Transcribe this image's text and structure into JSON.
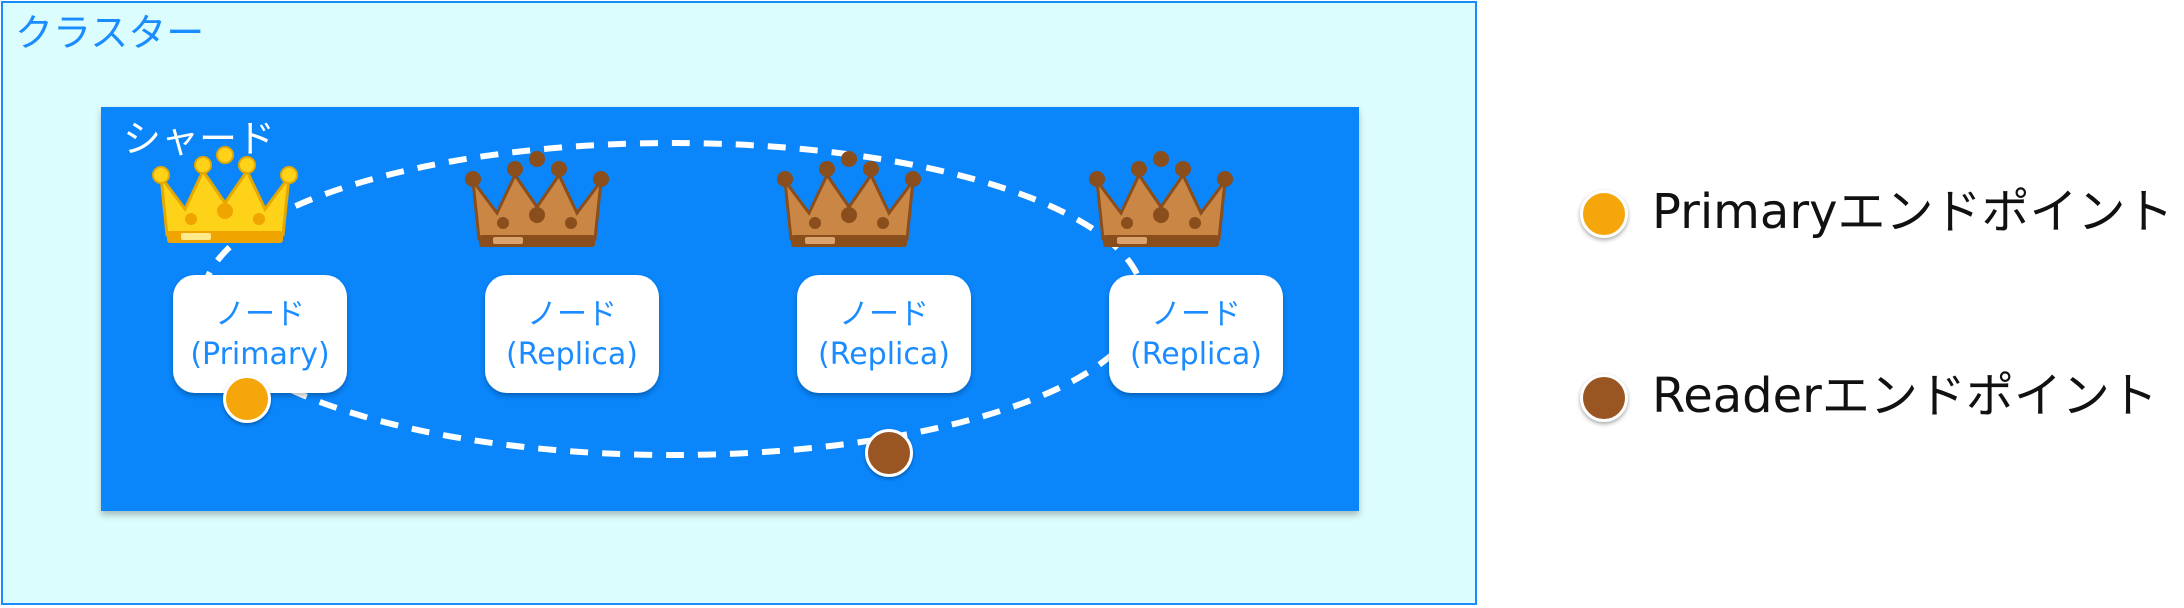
{
  "cluster": {
    "label": "クラスター"
  },
  "shard": {
    "label": "シャード"
  },
  "nodes": [
    {
      "line1": "ノード",
      "line2": "(Primary)",
      "role": "primary"
    },
    {
      "line1": "ノード",
      "line2": "(Replica)",
      "role": "replica"
    },
    {
      "line1": "ノード",
      "line2": "(Replica)",
      "role": "replica"
    },
    {
      "line1": "ノード",
      "line2": "(Replica)",
      "role": "replica"
    }
  ],
  "legend": [
    {
      "label": "Primaryエンドポイント",
      "color": "#f5a60a"
    },
    {
      "label": "Readerエンドポイント",
      "color": "#9a5622"
    }
  ],
  "colors": {
    "primary_endpoint": "#f5a60a",
    "reader_endpoint": "#9a5622",
    "gold_crown": "#ffd21a",
    "bronze_crown": "#c27a3a",
    "shard_fill": "#0a85fa",
    "cluster_fill": "#dcfdfd"
  },
  "icons": {
    "primary_crown": "gold-crown-icon",
    "replica_crown": "bronze-crown-icon"
  }
}
